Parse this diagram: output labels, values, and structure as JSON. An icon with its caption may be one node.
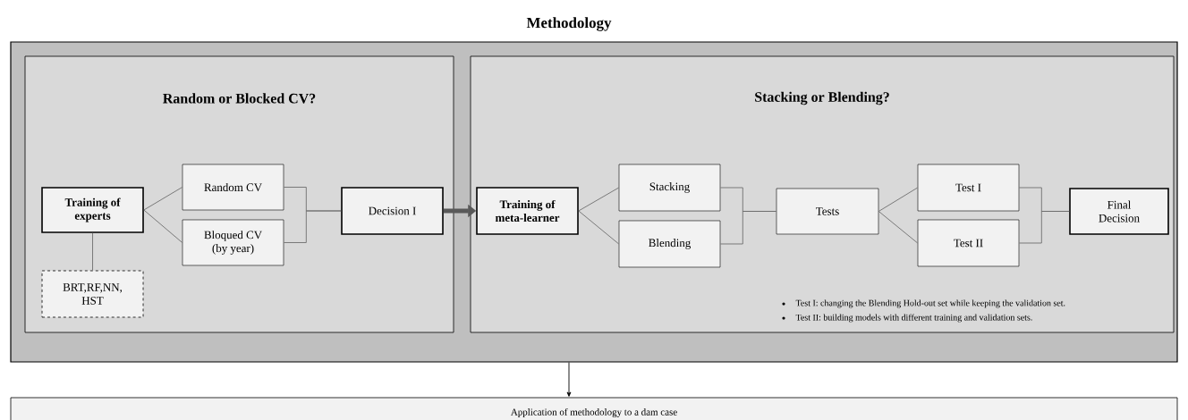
{
  "diagram": {
    "title": "Methodology",
    "nodes": [
      {
        "text": [],
        "shape": "box"
      },
      {
        "text": [
          "Random or Blocked CV?"
        ],
        "in": 0
      },
      {
        "text": [
          "Training of experts"
        ],
        "in": 1
      },
      {
        "text": [
          "Random CV"
        ],
        "in": 1
      },
      {
        "text": [
          "Bloqued CV (by year)"
        ],
        "in": 1
      },
      {
        "text": [
          "Decision I"
        ],
        "in": 1
      },
      {
        "text": [
          "BRT,RF,NN, HST"
        ],
        "in": 1
      },
      {
        "text": [
          "Stacking or Blending?"
        ],
        "in": 0
      },
      {
        "text": [
          "Training of meta-learner"
        ],
        "in": 7
      },
      {
        "text": [
          "Stacking"
        ],
        "in": 7
      },
      {
        "text": [
          "Blending"
        ],
        "in": 7
      },
      {
        "text": [
          "Tests"
        ],
        "in": 7
      },
      {
        "text": [
          "Test I"
        ],
        "in": 7
      },
      {
        "text": [
          "Test II"
        ],
        "in": 7
      },
      {
        "text": [
          "Final Decision"
        ],
        "in": 7
      },
      {
        "text": [
          "Application of methodology to a dam case"
        ]
      }
    ],
    "edges": [
      {
        "from": 2,
        "to": 3,
        "arrow": "none"
      },
      {
        "from": 2,
        "to": 4,
        "arrow": "none"
      },
      {
        "from": 3,
        "to": 5,
        "arrow": "none"
      },
      {
        "from": 4,
        "to": 5,
        "arrow": "none"
      },
      {
        "from": 2,
        "to": 6,
        "arrow": "none"
      },
      {
        "from": 5,
        "to": 8,
        "arrow": "to",
        "style": "thick",
        "color": "#595959"
      },
      {
        "from": 8,
        "to": 9,
        "arrow": "none"
      },
      {
        "from": 8,
        "to": 10,
        "arrow": "none"
      },
      {
        "from": 9,
        "to": 11,
        "arrow": "none"
      },
      {
        "from": 10,
        "to": 11,
        "arrow": "none"
      },
      {
        "from": 11,
        "to": 12,
        "arrow": "none"
      },
      {
        "from": 11,
        "to": 13,
        "arrow": "none"
      },
      {
        "from": 12,
        "to": 14,
        "arrow": "none"
      },
      {
        "from": 13,
        "to": 14,
        "arrow": "none"
      },
      {
        "from": 0,
        "to": 15,
        "arrow": "to",
        "color": "#000000"
      }
    ],
    "labels": [
      "Test I: changing the Blending Hold-out set  while keeping the validation set.",
      "Test II: building models with different training and validation sets."
    ]
  }
}
